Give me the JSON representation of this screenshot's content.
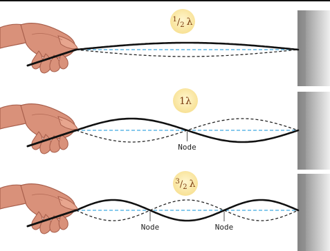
{
  "colors": {
    "string": "#111111",
    "dashed_string": "#222222",
    "axis_line": "#3fa9e0",
    "badge_fill": "#fbe9a8",
    "wall_dark": "#8a8a8a",
    "wall_light": "#e8e8e8",
    "hand_skin": "#d9917a",
    "hand_shadow": "#a85f4c"
  },
  "panels": [
    {
      "wavelength_label": {
        "sup": "1",
        "slash": "/",
        "sub": "2",
        "symbol": "λ"
      },
      "half_waves": 1,
      "nodes": []
    },
    {
      "wavelength_label": {
        "sup": "",
        "slash": "",
        "sub": "",
        "main": "1λ"
      },
      "half_waves": 2,
      "nodes": [
        "Node"
      ]
    },
    {
      "wavelength_label": {
        "sup": "3",
        "slash": "/",
        "sub": "2",
        "symbol": "λ"
      },
      "half_waves": 3,
      "nodes": [
        "Node",
        "Node"
      ]
    }
  ],
  "icons": [
    "hand-icon",
    "wall-icon"
  ]
}
